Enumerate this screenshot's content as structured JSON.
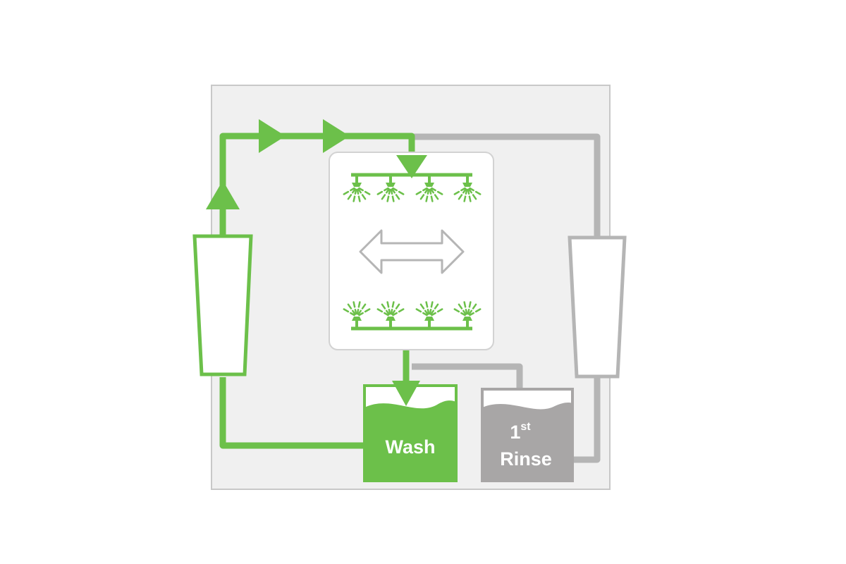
{
  "tanks": {
    "wash": {
      "label": "Wash"
    },
    "rinse": {
      "label_number": "1",
      "label_suffix": "st",
      "label_word": "Rinse"
    }
  },
  "colors": {
    "active_flow": "#6cc04a",
    "inactive_flow": "#b5b5b5",
    "frame_background": "#f0f0f0",
    "frame_border": "#c8c8c8",
    "chamber_background": "#ffffff",
    "rinse_tank": "#a8a6a6"
  },
  "icons": {
    "flow_arrow": "triangle-arrow-icon",
    "motion": "double-arrow-icon",
    "nozzle": "spray-nozzle-icon"
  }
}
